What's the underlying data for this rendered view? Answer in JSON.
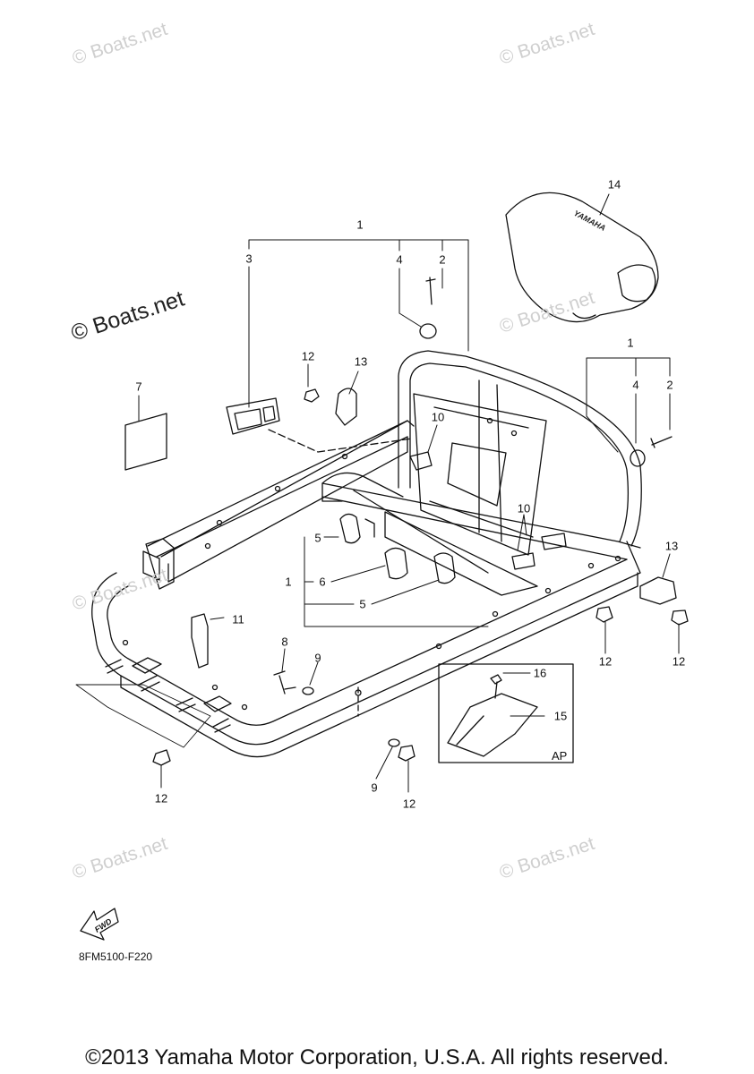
{
  "watermarks": {
    "text": "© Boats.net",
    "top_left": "© Boats.net",
    "top_right": "© Boats.net",
    "left_dark": "© Boats.net",
    "mid_right": "© Boats.net",
    "mid_left": "© Boats.net",
    "bottom_left": "© Boats.net",
    "bottom_right": "© Boats.net"
  },
  "callouts": {
    "c1a": "1",
    "c3": "3",
    "c4a": "4",
    "c2a": "2",
    "c14": "14",
    "c1b": "1",
    "c4b": "4",
    "c2b": "2",
    "c7": "7",
    "c12a": "12",
    "c13a": "13",
    "c10a": "10",
    "c5a": "5",
    "c1c": "1",
    "c6": "6",
    "c5b": "5",
    "c10b": "10",
    "c13b": "13",
    "c12b": "12",
    "c12c": "12",
    "c11": "11",
    "c8": "8",
    "c9a": "9",
    "c16": "16",
    "c15": "15",
    "c12d": "12",
    "c9b": "9",
    "c12e": "12"
  },
  "inset_label": "AP",
  "fwd_label": "FWD",
  "cover_brand": "YAMAHA",
  "diagram_code": "8FM5100-F220",
  "copyright": "©2013 Yamaha Motor Corporation, U.S.A. All rights reserved."
}
